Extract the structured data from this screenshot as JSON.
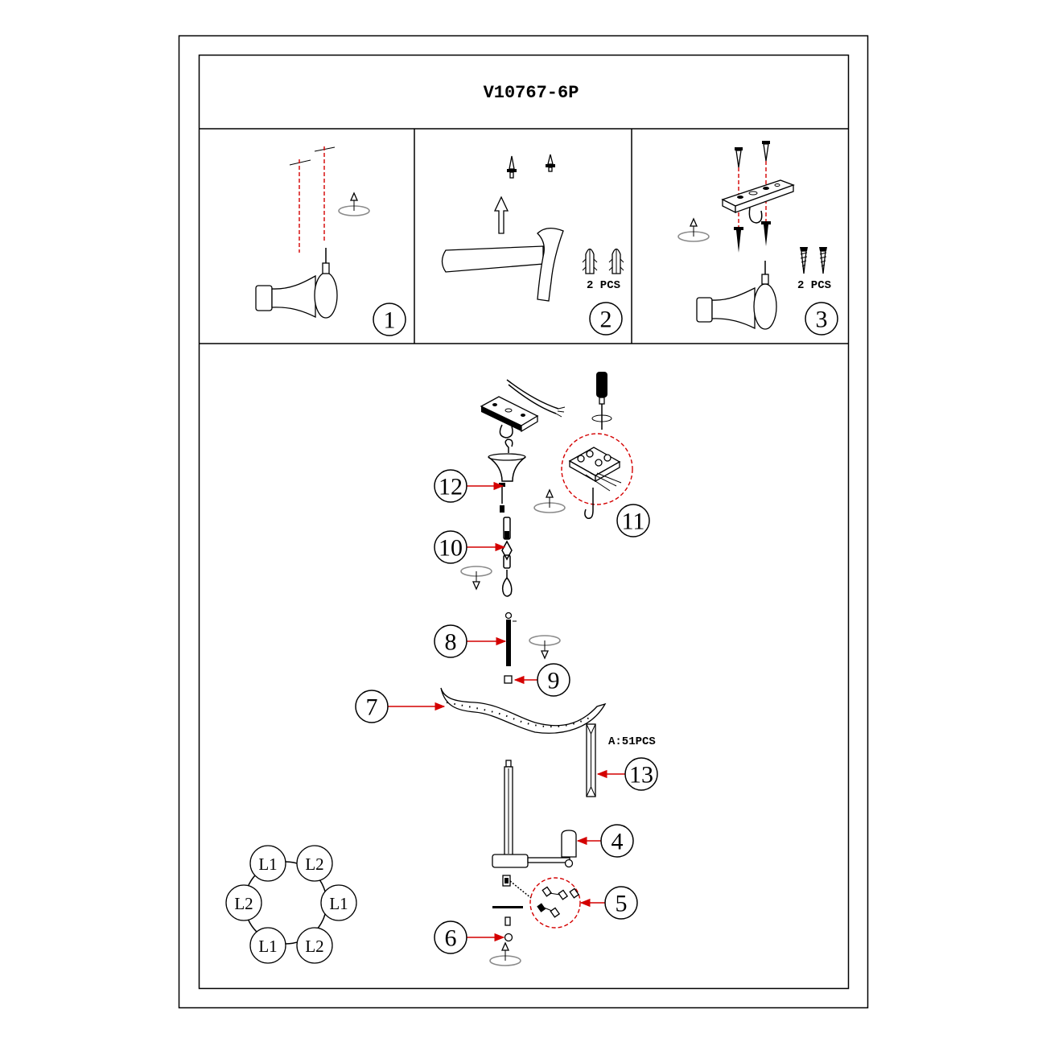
{
  "title": "V10767-6P",
  "steps": [
    {
      "number": "1"
    },
    {
      "number": "2",
      "qty": "2 PCS"
    },
    {
      "number": "3",
      "qty": "2 PCS"
    }
  ],
  "callouts": {
    "c4": "4",
    "c5": "5",
    "c6": "6",
    "c7": "7",
    "c8": "8",
    "c9": "9",
    "c10": "10",
    "c11": "11",
    "c12": "12",
    "c13": "13"
  },
  "crystal_qty": "A:51PCS",
  "wiring": {
    "top_left": "L1",
    "top_right": "L2",
    "left": "L2",
    "right": "L1",
    "bottom_left": "L1",
    "bottom_right": "L2"
  },
  "icons": [
    "screwdriver-icon",
    "hammer-icon",
    "wall-plug-icon",
    "screw-icon",
    "mounting-bracket-icon",
    "rotation-arrow-icon",
    "terminal-block-icon",
    "chain-icon",
    "crystal-icon"
  ],
  "colors": {
    "line": "#000000",
    "accent": "#d40000",
    "rotation_arrow": "#8a8a8a"
  }
}
